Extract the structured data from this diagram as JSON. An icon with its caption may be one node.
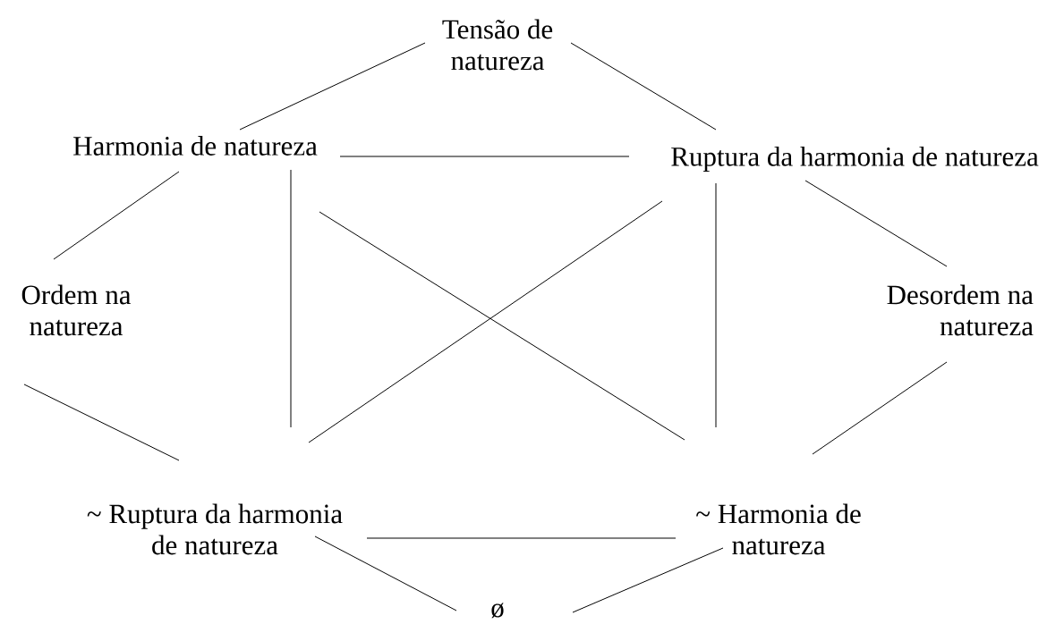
{
  "diagram": {
    "nodes": [
      {
        "text": [
          "Tensão de natureza"
        ]
      },
      {
        "text": [
          "Harmonia de natureza"
        ]
      },
      {
        "text": [
          "Ruptura da harmonia de natureza"
        ]
      },
      {
        "text": [
          "Ordem na natureza"
        ]
      },
      {
        "text": [
          "Desordem na natureza"
        ]
      },
      {
        "text": [
          "~ Ruptura da harmonia de natureza"
        ]
      },
      {
        "text": [
          "~ Harmonia de natureza"
        ]
      },
      {
        "text": [
          "ø"
        ]
      }
    ],
    "edges": [
      {
        "from": 0,
        "to": 1,
        "arrow": "none"
      },
      {
        "from": 0,
        "to": 2,
        "arrow": "none"
      },
      {
        "from": 1,
        "to": 2,
        "arrow": "none"
      },
      {
        "from": 1,
        "to": 3,
        "arrow": "none"
      },
      {
        "from": 2,
        "to": 4,
        "arrow": "none"
      },
      {
        "from": 1,
        "to": 5,
        "arrow": "none"
      },
      {
        "from": 1,
        "to": 6,
        "arrow": "none"
      },
      {
        "from": 2,
        "to": 5,
        "arrow": "none"
      },
      {
        "from": 2,
        "to": 6,
        "arrow": "none"
      },
      {
        "from": 3,
        "to": 5,
        "arrow": "none"
      },
      {
        "from": 4,
        "to": 6,
        "arrow": "none"
      },
      {
        "from": 5,
        "to": 6,
        "arrow": "none"
      },
      {
        "from": 5,
        "to": 7,
        "arrow": "none"
      },
      {
        "from": 6,
        "to": 7,
        "arrow": "none"
      }
    ]
  }
}
